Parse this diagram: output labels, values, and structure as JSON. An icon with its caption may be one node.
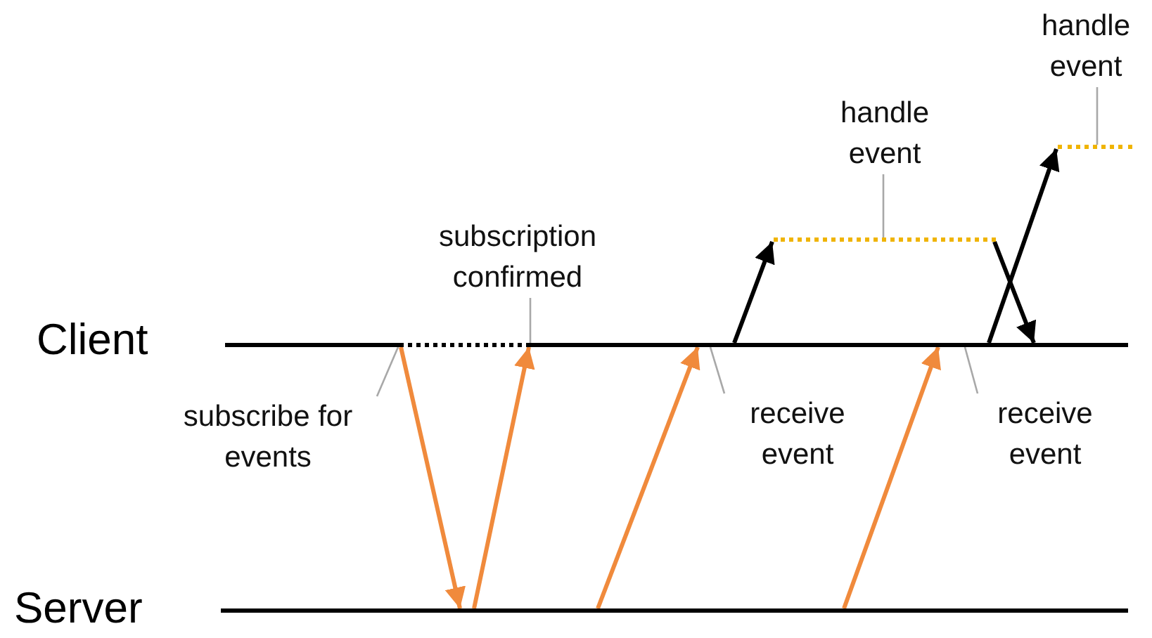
{
  "diagram": {
    "nodes": [
      {
        "text": [],
        "shape": "bar",
        "beside": [
          "Client"
        ]
      },
      {
        "text": [],
        "shape": "bar",
        "beside": [
          "Server"
        ]
      },
      {
        "text": [],
        "shape": "bar",
        "in": 0
      },
      {
        "text": [],
        "shape": "bar"
      },
      {
        "text": [],
        "shape": "bar"
      },
      {
        "text": [
          "subscribe for events"
        ]
      },
      {
        "text": [
          "subscription confirmed"
        ]
      },
      {
        "text": [
          "receive event"
        ]
      },
      {
        "text": [
          "receive event"
        ]
      },
      {
        "text": [
          "handle event"
        ]
      },
      {
        "text": [
          "handle event"
        ]
      }
    ],
    "edges": [
      {
        "from": 0,
        "to": 1,
        "arrow": "to",
        "color": "#f08a3c"
      },
      {
        "from": 1,
        "to": 0,
        "arrow": "to",
        "color": "#f08a3c"
      },
      {
        "from": 1,
        "to": 0,
        "arrow": "to",
        "color": "#f08a3c"
      },
      {
        "from": 1,
        "to": 0,
        "arrow": "to",
        "color": "#f08a3c"
      },
      {
        "from": 0,
        "to": 3,
        "arrow": "to",
        "color": "#000000"
      },
      {
        "from": 3,
        "to": 0,
        "arrow": "to",
        "color": "#000000"
      },
      {
        "from": 0,
        "to": 4,
        "arrow": "to",
        "color": "#000000"
      },
      {
        "from": 5,
        "to": 2,
        "arrow": "none"
      },
      {
        "from": 6,
        "to": 2,
        "arrow": "none"
      },
      {
        "from": 7,
        "to": 0,
        "arrow": "none"
      },
      {
        "from": 8,
        "to": 0,
        "arrow": "none"
      },
      {
        "from": 9,
        "to": 3,
        "arrow": "none"
      },
      {
        "from": 10,
        "to": 4,
        "arrow": "none"
      }
    ]
  }
}
